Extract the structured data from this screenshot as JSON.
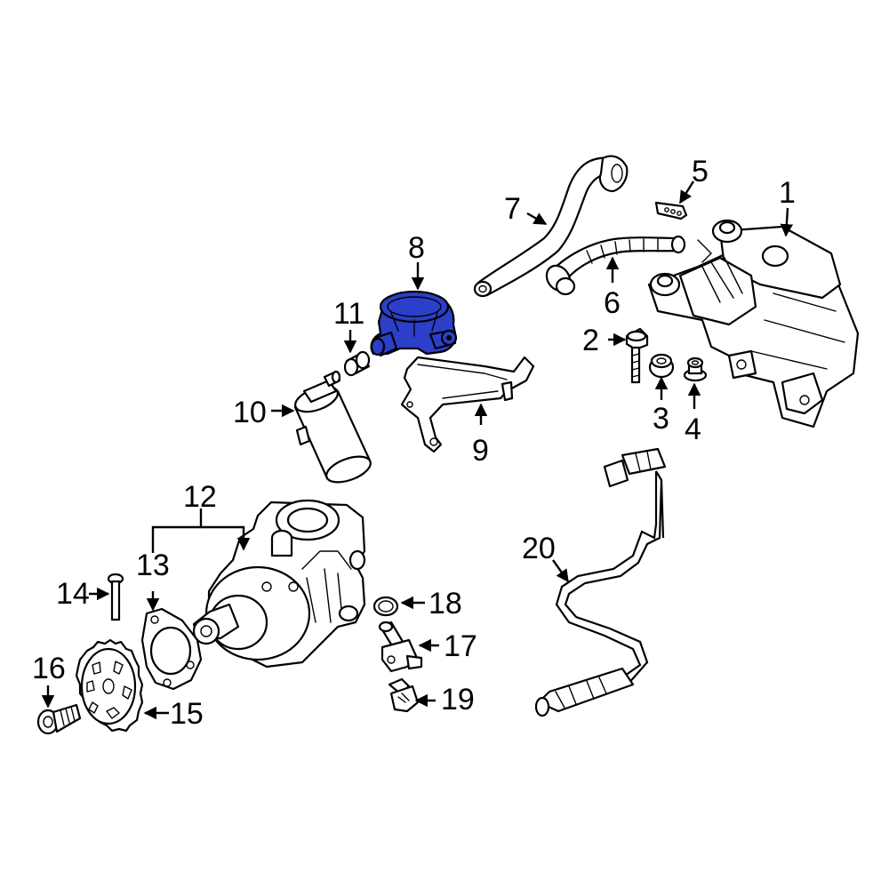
{
  "diagram": {
    "highlight_color": "#2b3fc9",
    "highlighted_part": "8",
    "callouts": [
      "1",
      "2",
      "3",
      "4",
      "5",
      "6",
      "7",
      "8",
      "9",
      "10",
      "11",
      "12",
      "13",
      "14",
      "15",
      "16",
      "17",
      "18",
      "19",
      "20"
    ]
  }
}
